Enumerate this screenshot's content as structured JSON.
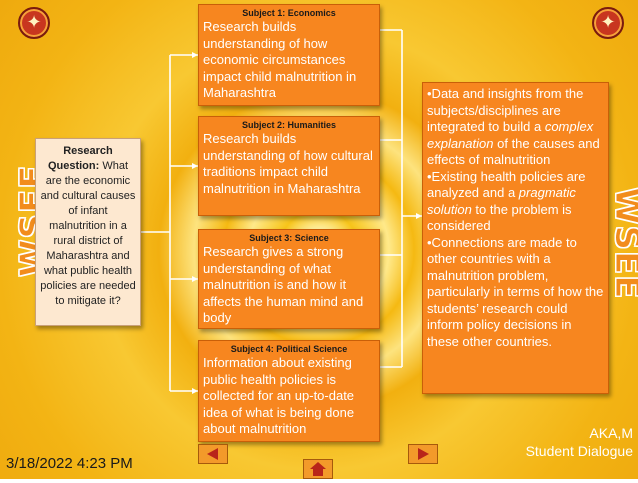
{
  "research": {
    "label": "Research Question:",
    "text": "What are the economic and cultural causes of infant malnutrition in a rural district of Maharashtra and what public health policies are needed to mitigate it?"
  },
  "subjects": [
    {
      "header": "Subject 1: Economics",
      "body": "Research builds understanding of how economic circumstances impact child malnutrition in Maharashtra"
    },
    {
      "header": "Subject 2: Humanities",
      "body": "Research builds understanding of how cultural traditions impact child malnutrition in Maharashtra"
    },
    {
      "header": "Subject 3: Science",
      "body": "Research gives a strong understanding of what malnutrition is and how it affects the human mind and body"
    },
    {
      "header": "Subject 4: Political Science",
      "body": "Information about existing public health policies is collected for an up-to-date idea of what is being done about malnutrition"
    }
  ],
  "summary": {
    "b1_pre": "•Data and insights from the subjects/disciplines are integrated to build a ",
    "b1_em": "complex explanation",
    "b1_post": " of the causes and effects of malnutrition",
    "b2_pre": "•Existing health policies are analyzed and a ",
    "b2_em": "pragmatic solution",
    "b2_post": " to the problem is considered",
    "b3": "•Connections are made to other countries with a malnutrition problem, particularly in terms of how the students’ research could inform policy decisions in these other countries."
  },
  "footer": {
    "date": "3/18/2022 4:23 PM",
    "credit_line1": "AKA,M",
    "credit_line2": "Student Dialogue"
  },
  "watermark": "WSEE",
  "icons": {
    "star_left": "compass-star-icon",
    "star_right": "compass-star-icon",
    "nav_prev": "triangle-left-icon",
    "nav_home": "home-icon",
    "nav_next": "triangle-right-icon"
  },
  "colors": {
    "box": "#f7861f",
    "research_box": "#fde8d0",
    "background": "#f5b912"
  }
}
